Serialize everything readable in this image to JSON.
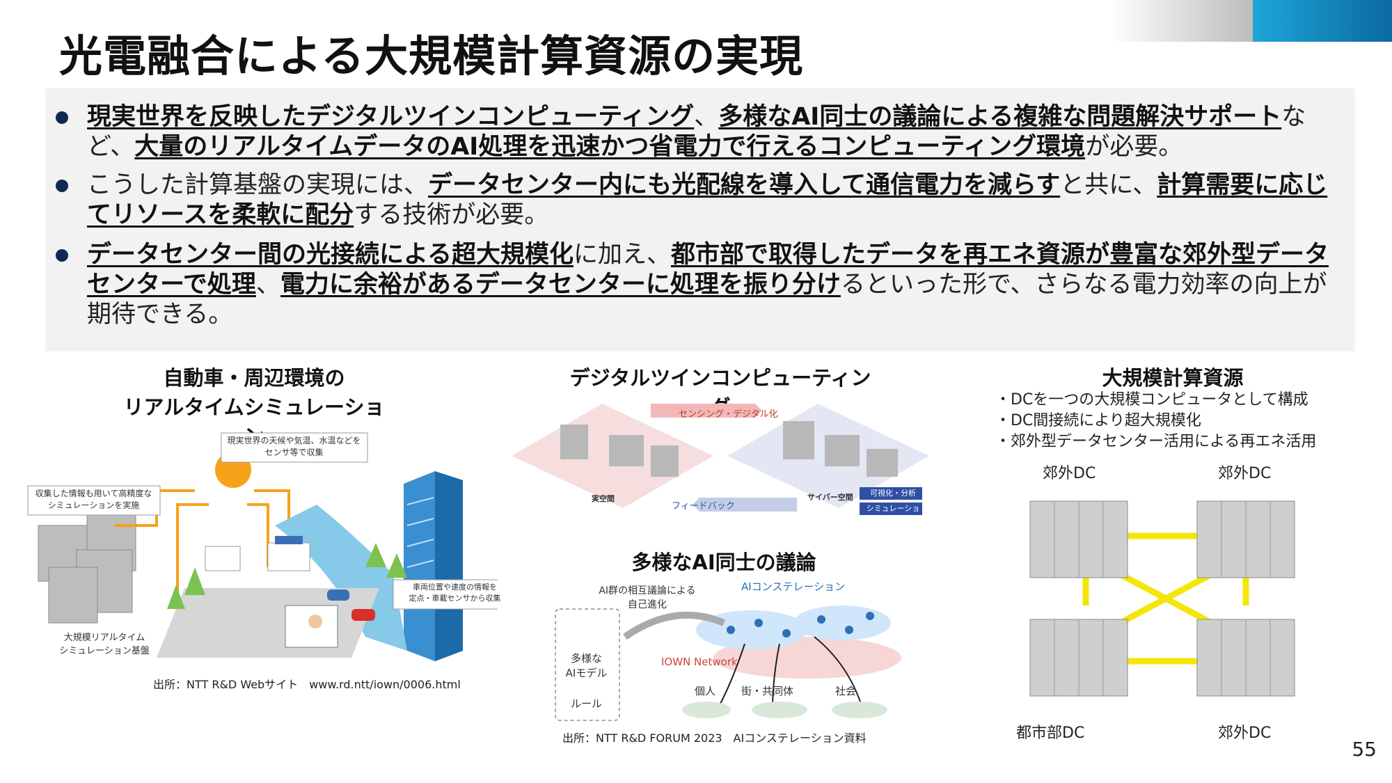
{
  "title": "光電融合による大規模計算資源の実現",
  "bullets": [
    {
      "parts": [
        {
          "t": "現実世界を反映したデジタルツインコンピューティング",
          "u": true
        },
        {
          "t": "、",
          "u": false
        },
        {
          "t": "多様なAI同士の議論による複雑な問題解決サポート",
          "u": true
        },
        {
          "t": "など、",
          "u": false
        },
        {
          "t": "大量のリアルタイムデータのAI処理を迅速かつ省電力で行えるコンピューティング環境",
          "u": true
        },
        {
          "t": "が必要。",
          "u": false
        }
      ]
    },
    {
      "parts": [
        {
          "t": "こうした計算基盤の実現には、",
          "u": false
        },
        {
          "t": "データセンター内にも光配線を導入して通信電力を減らす",
          "u": true
        },
        {
          "t": "と共に、",
          "u": false
        },
        {
          "t": "計算需要に応じてリソースを柔軟に配分",
          "u": true
        },
        {
          "t": "する技術が必要。",
          "u": false
        }
      ]
    },
    {
      "parts": [
        {
          "t": "データセンター間の光接続による超大規模化",
          "u": true
        },
        {
          "t": "に加え、",
          "u": false
        },
        {
          "t": "都市部で取得したデータを再エネ資源が豊富な郊外型データセンターで処理",
          "u": true
        },
        {
          "t": "、",
          "u": false
        },
        {
          "t": "電力に余裕があるデータセンターに処理を振り分け",
          "u": true
        },
        {
          "t": "るといった形で、さらなる電力効率の向上が期待できる。",
          "u": false
        }
      ]
    }
  ],
  "left": {
    "title_line1": "自動車・周辺環境の",
    "title_line2": "リアルタイムシミュレーション",
    "box_collect": "現実世界の天候や気温、水温などを\nセンサ等で収集",
    "box_sim": "収集した情報も用いて高精度な\nシミュレーションを実施",
    "box_vehicle": "車両位置や速度の情報を\n定点・車載センサから収集",
    "platform_label": "大規模リアルタイム\nシミュレーション基盤",
    "source": "出所：NTT R&D Webサイト　www.rd.ntt/iown/0006.html"
  },
  "middle": {
    "title_top": "デジタルツインコンピューティング",
    "sensing": "センシング・デジタル化",
    "feedback": "フィードバック",
    "real_space": "実空間",
    "cyber_space": "サイバー空間",
    "visualize": "可視化・分析",
    "simulation": "シミュレーション",
    "title_bottom": "多様なAI同士の議論",
    "evolution": "AI群の相互議論による\n自己進化",
    "constellation": "AIコンステレーション",
    "iown": "IOWN Network",
    "models": "多様な\nAIモデル",
    "rules": "ルール",
    "individual": "個人",
    "community": "街・共同体",
    "society": "社会",
    "source": "出所：NTT R&D FORUM 2023　AIコンステレーション資料"
  },
  "right": {
    "title": "大規模計算資源",
    "notes": [
      "・DCを一つの大規模コンピュータとして構成",
      "・DC間接続により超大規模化",
      "・郊外型データセンター活用による再エネ活用"
    ],
    "dc_top_left": "郊外DC",
    "dc_top_right": "郊外DC",
    "dc_bottom_left": "都市部DC",
    "dc_bottom_right": "郊外DC"
  },
  "page_number": "55",
  "colors": {
    "bullet_dot": "#0f2a52",
    "link_yellow": "#f5e60a",
    "accent_blue": "#0a6aa1",
    "panel_bg": "#f2f2f2"
  }
}
